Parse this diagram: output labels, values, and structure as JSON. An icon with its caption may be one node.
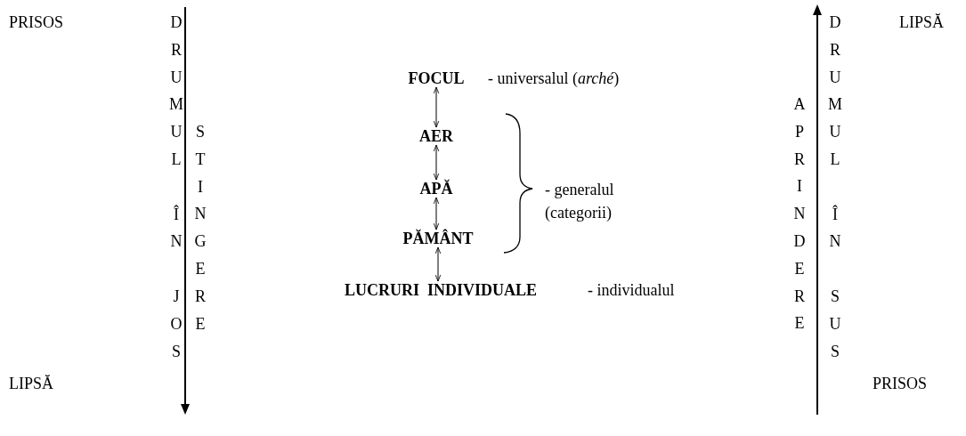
{
  "diagram": {
    "nodes": [
      {
        "text": [
          "FOCUL"
        ],
        "beside": [
          "- universalul (*arché*)"
        ]
      },
      {
        "text": [
          "AER"
        ]
      },
      {
        "text": [
          "APĂ"
        ]
      },
      {
        "text": [
          "PĂMÂNT"
        ]
      },
      {
        "text": [
          "LUCRURI  INDIVIDUALE"
        ],
        "beside": [
          "- individualul"
        ]
      }
    ],
    "edges": [
      {
        "from": 0,
        "to": 1,
        "arrow": "both"
      },
      {
        "from": 1,
        "to": 2,
        "arrow": "both"
      },
      {
        "from": 2,
        "to": 3,
        "arrow": "both"
      },
      {
        "from": 3,
        "to": 4,
        "arrow": "both"
      }
    ],
    "labels": [
      "PRISOS",
      "LIPSĂ",
      "DRUMUL ÎN JOS",
      "STINGERE",
      "- generalul (categorii)",
      "APRINDERE",
      "DRUMUL ÎN SUS",
      "LIPSĂ",
      "PRISOS"
    ]
  }
}
